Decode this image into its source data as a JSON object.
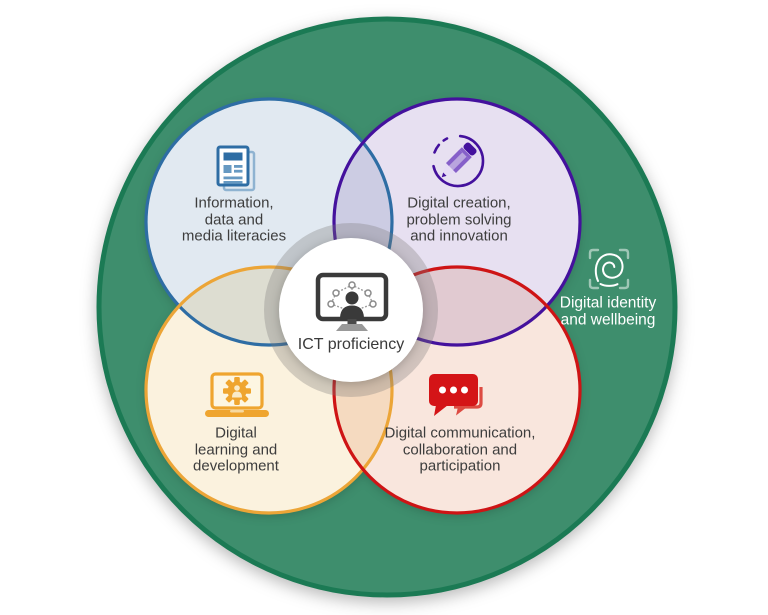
{
  "palette": {
    "outer_fill": "#3E8E6D",
    "outer_border": "#1B7A54",
    "center_fill": "#FFFFFF",
    "halo": "rgba(125,122,122,0.32)",
    "text_dark": "#3D3D3D",
    "text_light": "#FFFFFF"
  },
  "outer_ring": {
    "label": "Digital identity\nand wellbeing",
    "icon": "fingerprint-scan-icon"
  },
  "center": {
    "label": "ICT proficiency",
    "icon": "monitor-user-network-icon"
  },
  "circles": [
    {
      "id": "information",
      "label": "Information,\ndata and\nmedia literacies",
      "fill": "#E1E9F1",
      "border": "#2E6DA4",
      "icon": "newspaper-icon"
    },
    {
      "id": "creation",
      "label": "Digital creation,\nproblem solving\nand innovation",
      "fill": "#E7E0F1",
      "border": "#44119D",
      "icon": "pencil-compass-icon"
    },
    {
      "id": "learning",
      "label": "Digital\nlearning and\ndevelopment",
      "fill": "#FBF2DE",
      "border": "#ECA537",
      "icon": "laptop-gear-icon"
    },
    {
      "id": "communication",
      "label": "Digital communication,\ncollaboration and\nparticipation",
      "fill": "#F9E6DD",
      "border": "#CE1415",
      "icon": "speech-bubbles-icon"
    }
  ]
}
